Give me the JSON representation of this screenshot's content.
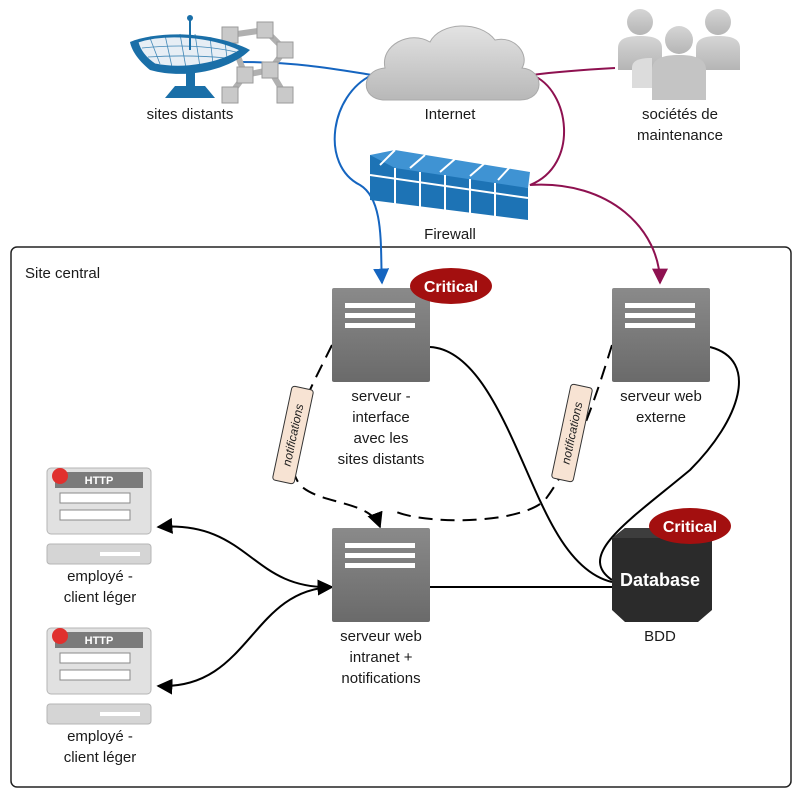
{
  "labels": {
    "sites_distants": "sites distants",
    "internet": "Internet",
    "societes": "sociétés de maintenance",
    "firewall": "Firewall",
    "site_central": "Site central",
    "serveur_interface": "serveur - interface avec les sites distants",
    "serveur_web_externe": "serveur web externe",
    "employe_1": "employé - client léger",
    "employe_2": "employé - client léger",
    "serveur_intranet": "serveur web intranet + notifications",
    "bdd": "BDD"
  },
  "badges": {
    "critical_1": "Critical",
    "critical_2": "Critical"
  },
  "notifications": {
    "left": "notifications",
    "right": "notifications"
  },
  "database_text": "Database",
  "http_text_1": "HTTP",
  "http_text_2": "HTTP",
  "colors": {
    "blue_link": "#1565c0",
    "maroon_link": "#8e1150",
    "server_gray": "#7b7b7b",
    "critical_red": "#a30f0f",
    "firewall_blue": "#1d73b5",
    "cloud_gray": "#c9c9c9"
  },
  "icons": {
    "satellite": "satellite-dish-icon",
    "cloud": "cloud-icon",
    "people": "people-group-icon",
    "firewall": "firewall-icon",
    "server": "server-icon",
    "database": "database-icon",
    "thin_client": "thin-client-icon"
  }
}
